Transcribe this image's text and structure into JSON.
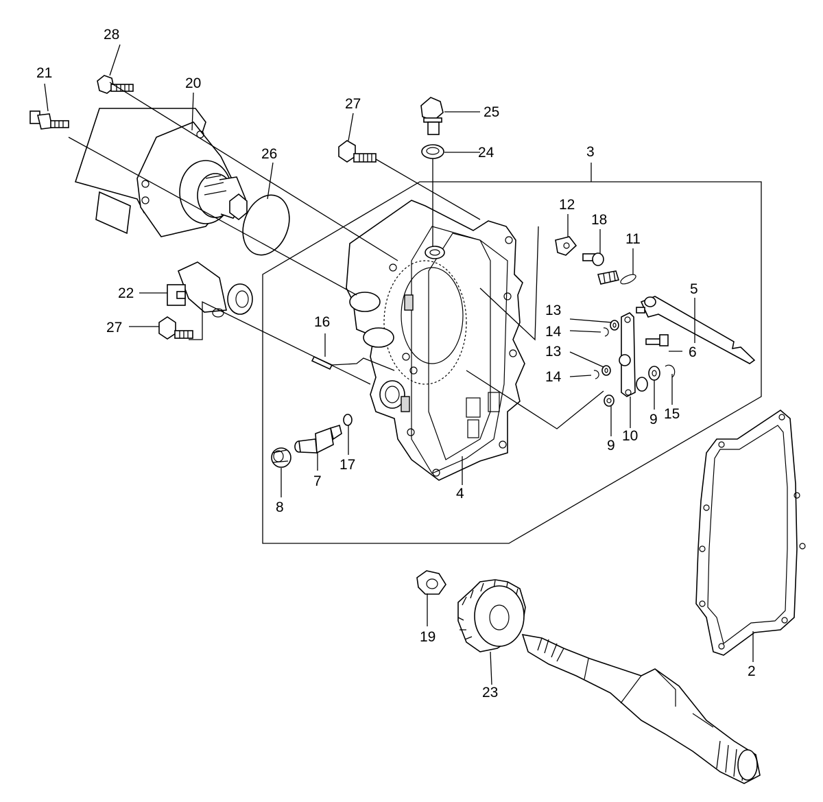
{
  "callouts": [
    {
      "id": "c2",
      "text": "2"
    },
    {
      "id": "c3",
      "text": "3"
    },
    {
      "id": "c4",
      "text": "4"
    },
    {
      "id": "c5",
      "text": "5"
    },
    {
      "id": "c6",
      "text": "6"
    },
    {
      "id": "c7",
      "text": "7"
    },
    {
      "id": "c8",
      "text": "8"
    },
    {
      "id": "c9a",
      "text": "9"
    },
    {
      "id": "c9b",
      "text": "9"
    },
    {
      "id": "c10",
      "text": "10"
    },
    {
      "id": "c11",
      "text": "11"
    },
    {
      "id": "c12",
      "text": "12"
    },
    {
      "id": "c13a",
      "text": "13"
    },
    {
      "id": "c13b",
      "text": "13"
    },
    {
      "id": "c14a",
      "text": "14"
    },
    {
      "id": "c14b",
      "text": "14"
    },
    {
      "id": "c15",
      "text": "15"
    },
    {
      "id": "c16",
      "text": "16"
    },
    {
      "id": "c17",
      "text": "17"
    },
    {
      "id": "c18",
      "text": "18"
    },
    {
      "id": "c19",
      "text": "19"
    },
    {
      "id": "c20",
      "text": "20"
    },
    {
      "id": "c21",
      "text": "21"
    },
    {
      "id": "c22",
      "text": "22"
    },
    {
      "id": "c23",
      "text": "23"
    },
    {
      "id": "c24",
      "text": "24"
    },
    {
      "id": "c25",
      "text": "25"
    },
    {
      "id": "c26",
      "text": "26"
    },
    {
      "id": "c27a",
      "text": "27"
    },
    {
      "id": "c27b",
      "text": "27"
    },
    {
      "id": "c28",
      "text": "28"
    }
  ]
}
